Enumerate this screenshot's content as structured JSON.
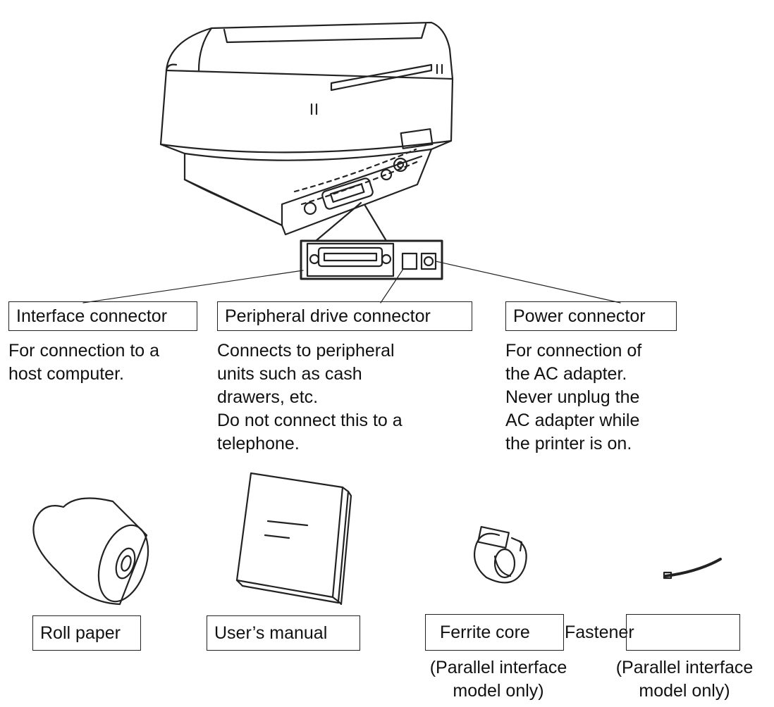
{
  "connectors": [
    {
      "label": "Interface connector",
      "description": [
        "For connection to a",
        "host computer."
      ]
    },
    {
      "label": "Peripheral drive connector",
      "description": [
        "Connects to peripheral",
        "units such as cash",
        "drawers, etc.",
        "Do not connect this to a",
        "telephone."
      ]
    },
    {
      "label": "Power connector",
      "description": [
        "For connection of",
        "the AC adapter.",
        "Never unplug the",
        "AC adapter while",
        "the printer is on."
      ]
    }
  ],
  "accessories": [
    {
      "label": "Roll paper"
    },
    {
      "label": "User’s manual"
    },
    {
      "label": "Ferrite core",
      "note": [
        "(Parallel interface",
        "model only)"
      ]
    },
    {
      "label": "Fastener",
      "note": [
        "(Parallel interface",
        "model only)"
      ]
    }
  ]
}
